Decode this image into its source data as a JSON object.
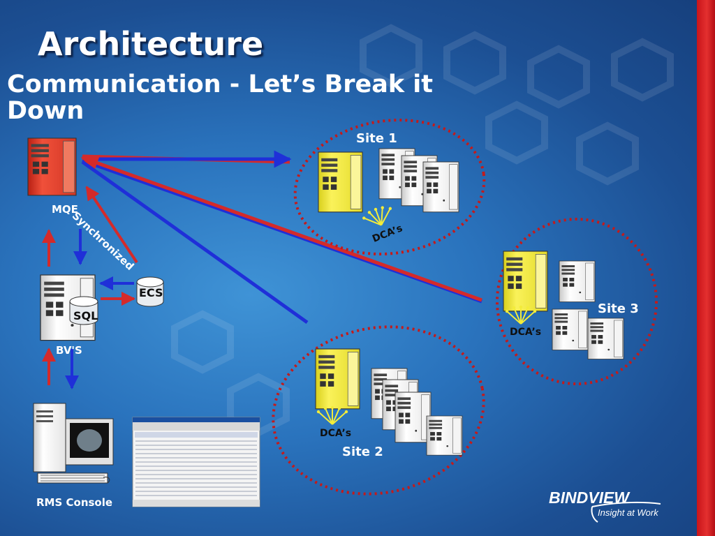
{
  "slide": {
    "title": "Architecture",
    "subtitle": "Communication - Let’s Break it Down"
  },
  "nodes": {
    "mqe": "MQE",
    "bvis": "BV'S",
    "sql": "SQL",
    "ecs": "ECS",
    "rms_console": "RMS Console",
    "synchronized": "Synchronized"
  },
  "sites": [
    {
      "label": "Site 1",
      "agents": "DCA’s"
    },
    {
      "label": "Site 2",
      "agents": "DCA’s"
    },
    {
      "label": "Site 3",
      "agents": "DCA’s"
    }
  ],
  "logo": {
    "brand_left": "BIND",
    "brand_right": "VIEW",
    "tagline": "Insight at Work"
  },
  "colors": {
    "background": "#2a73bd",
    "accent_red": "#d42a2a",
    "accent_blue": "#1f2fd8",
    "site_ring": "#c41a1a",
    "server_yellow": "#f3ec3a",
    "server_red": "#e03a2a"
  },
  "icons": [
    "server-icon",
    "database-icon",
    "workstation-icon",
    "agent-signal-icon",
    "screenshot-window"
  ]
}
